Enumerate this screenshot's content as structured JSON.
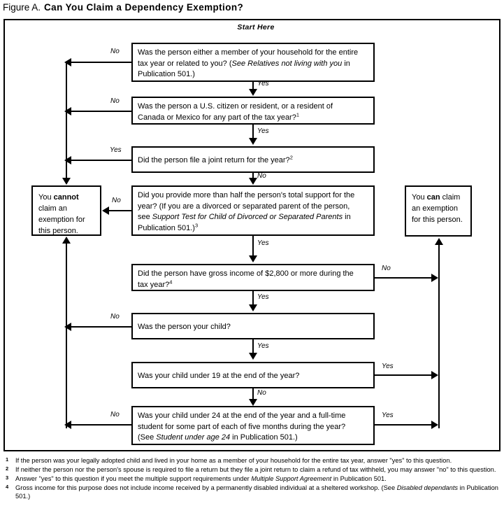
{
  "figure": {
    "label": "Figure A.",
    "title": "Can You Claim a Dependency Exemption?",
    "start_here": "Start Here"
  },
  "chart_data": {
    "type": "diagram",
    "title": "Can You Claim a Dependency Exemption?",
    "nodes": [
      {
        "id": "q1",
        "kind": "decision",
        "text_parts": [
          {
            "t": "Was the person either a member of your household for the entire tax year or related to you? (",
            "style": "normal"
          },
          {
            "t": "See Relatives not living with you",
            "style": "italic"
          },
          {
            "t": " in Publication 501.)",
            "style": "normal"
          }
        ],
        "yes": "q2",
        "no": "cannot"
      },
      {
        "id": "q2",
        "kind": "decision",
        "text_parts": [
          {
            "t": "Was the person a U.S. citizen or resident, or a resident of Canada or Mexico for any part of the tax year?",
            "style": "normal"
          },
          {
            "t": "1",
            "style": "sup"
          }
        ],
        "yes": "q3",
        "no": "cannot"
      },
      {
        "id": "q3",
        "kind": "decision",
        "text_parts": [
          {
            "t": "Did the person file a joint return for the year?",
            "style": "normal"
          },
          {
            "t": "2",
            "style": "sup"
          }
        ],
        "yes": "cannot",
        "no": "q4"
      },
      {
        "id": "q4",
        "kind": "decision",
        "text_parts": [
          {
            "t": "Did you provide more than half the person's total support for the year? (If you are a divorced or separated parent of the person, see ",
            "style": "normal"
          },
          {
            "t": "Support Test for Child of Divorced or Separated Parents",
            "style": "italic"
          },
          {
            "t": " in Publication 501.)",
            "style": "normal"
          },
          {
            "t": "3",
            "style": "sup"
          }
        ],
        "yes": "q5",
        "no": "cannot"
      },
      {
        "id": "q5",
        "kind": "decision",
        "text_parts": [
          {
            "t": "Did the person have gross income of $2,800 or more during the tax year?",
            "style": "normal"
          },
          {
            "t": "4",
            "style": "sup"
          }
        ],
        "yes": "q6",
        "no": "can"
      },
      {
        "id": "q6",
        "kind": "decision",
        "text_parts": [
          {
            "t": "Was the person your child?",
            "style": "normal"
          }
        ],
        "yes": "q7",
        "no": "cannot"
      },
      {
        "id": "q7",
        "kind": "decision",
        "text_parts": [
          {
            "t": "Was your child under 19 at the end of the year?",
            "style": "normal"
          }
        ],
        "yes": "can",
        "no": "q8"
      },
      {
        "id": "q8",
        "kind": "decision",
        "text_parts": [
          {
            "t": "Was your child under 24 at the end of the year and a full-time student for some part of each of five months during the year? (See ",
            "style": "normal"
          },
          {
            "t": "Student under age 24",
            "style": "italic"
          },
          {
            "t": " in Publication 501.)",
            "style": "normal"
          }
        ],
        "yes": "can",
        "no": "cannot"
      },
      {
        "id": "cannot",
        "kind": "terminal",
        "text_parts": [
          {
            "t": "You ",
            "style": "normal"
          },
          {
            "t": "cannot",
            "style": "bold"
          },
          {
            "t": " claim an exemption for this person.",
            "style": "normal"
          }
        ]
      },
      {
        "id": "can",
        "kind": "terminal",
        "text_parts": [
          {
            "t": "You ",
            "style": "normal"
          },
          {
            "t": "can",
            "style": "bold"
          },
          {
            "t": " claim an exemption for this person.",
            "style": "normal"
          }
        ]
      }
    ],
    "edge_labels": [
      "No",
      "Yes",
      "No",
      "Yes",
      "Yes",
      "No",
      "No",
      "Yes",
      "No",
      "Yes",
      "No",
      "Yes",
      "Yes",
      "No",
      "No",
      "Yes"
    ]
  },
  "boxes": {
    "q1": {
      "line1": "Was the person either a member of your household for the entire",
      "line2a": "tax year or related to you? (",
      "line2b": "See Relatives not living with you",
      "line2c": " in",
      "line3": "Publication 501.)"
    },
    "q2": {
      "line1": "Was the person a U.S. citizen or resident, or a resident of",
      "line2": "Canada or Mexico for any part of the tax year?",
      "sup": "1"
    },
    "q3": {
      "line1": "Did the person file a joint return for the year?",
      "sup": "2"
    },
    "q4": {
      "line1": "Did you provide more than half the person's total support for the",
      "line2": "year? (If you are a divorced or separated parent of the person,",
      "line3a": "see ",
      "line3b": "Support Test for Child of Divorced or Separated Parents",
      "line3c": " in",
      "line4": "Publication 501.)",
      "sup": "3"
    },
    "q5": {
      "line1": "Did the person have gross income of $2,800 or more during the",
      "line2": "tax year?",
      "sup": "4"
    },
    "q6": {
      "line1": "Was the person your child?"
    },
    "q7": {
      "line1": "Was your child under 19 at the end of the year?"
    },
    "q8": {
      "line1": "Was your child under 24 at the end of the year and a full-time",
      "line2": "student for some part of each of five months during the year?",
      "line3a": "(See ",
      "line3b": "Student under age 24",
      "line3c": " in Publication 501.)"
    },
    "cannot": {
      "pre": "You ",
      "strong": "cannot",
      "post_line1": " ",
      "post_line2": "claim an",
      "post_line3": "exemption  for",
      "post_line4": "this person."
    },
    "can": {
      "pre": "You ",
      "strong": "can",
      "post_line1": " claim",
      "post_line2": "an exemption",
      "post_line3": "for this person."
    }
  },
  "labels": {
    "no": "No",
    "yes": "Yes"
  },
  "footnotes": [
    {
      "num": "1",
      "parts": [
        {
          "t": "If the person was your legally adopted child and lived in your home as a member of your household for the entire tax year, answer \"yes\" to this question.",
          "style": "normal"
        }
      ]
    },
    {
      "num": "2",
      "parts": [
        {
          "t": "If neither the person nor the person's spouse is required to file a return but they file a joint return to claim a refund of tax withheld, you may answer \"no\" to this question.",
          "style": "normal"
        }
      ]
    },
    {
      "num": "3",
      "parts": [
        {
          "t": "Answer \"yes\" to this question if you meet the multiple support requirements under ",
          "style": "normal"
        },
        {
          "t": "Multiple Support Agreement",
          "style": "italic"
        },
        {
          "t": " in Publication 501.",
          "style": "normal"
        }
      ]
    },
    {
      "num": "4",
      "parts": [
        {
          "t": "Gross income for this purpose does not include income received by a permanently disabled individual at a sheltered workshop. (See ",
          "style": "normal"
        },
        {
          "t": "Disabled dependants",
          "style": "italic"
        },
        {
          "t": " in Publication 501.)",
          "style": "normal"
        }
      ]
    }
  ]
}
